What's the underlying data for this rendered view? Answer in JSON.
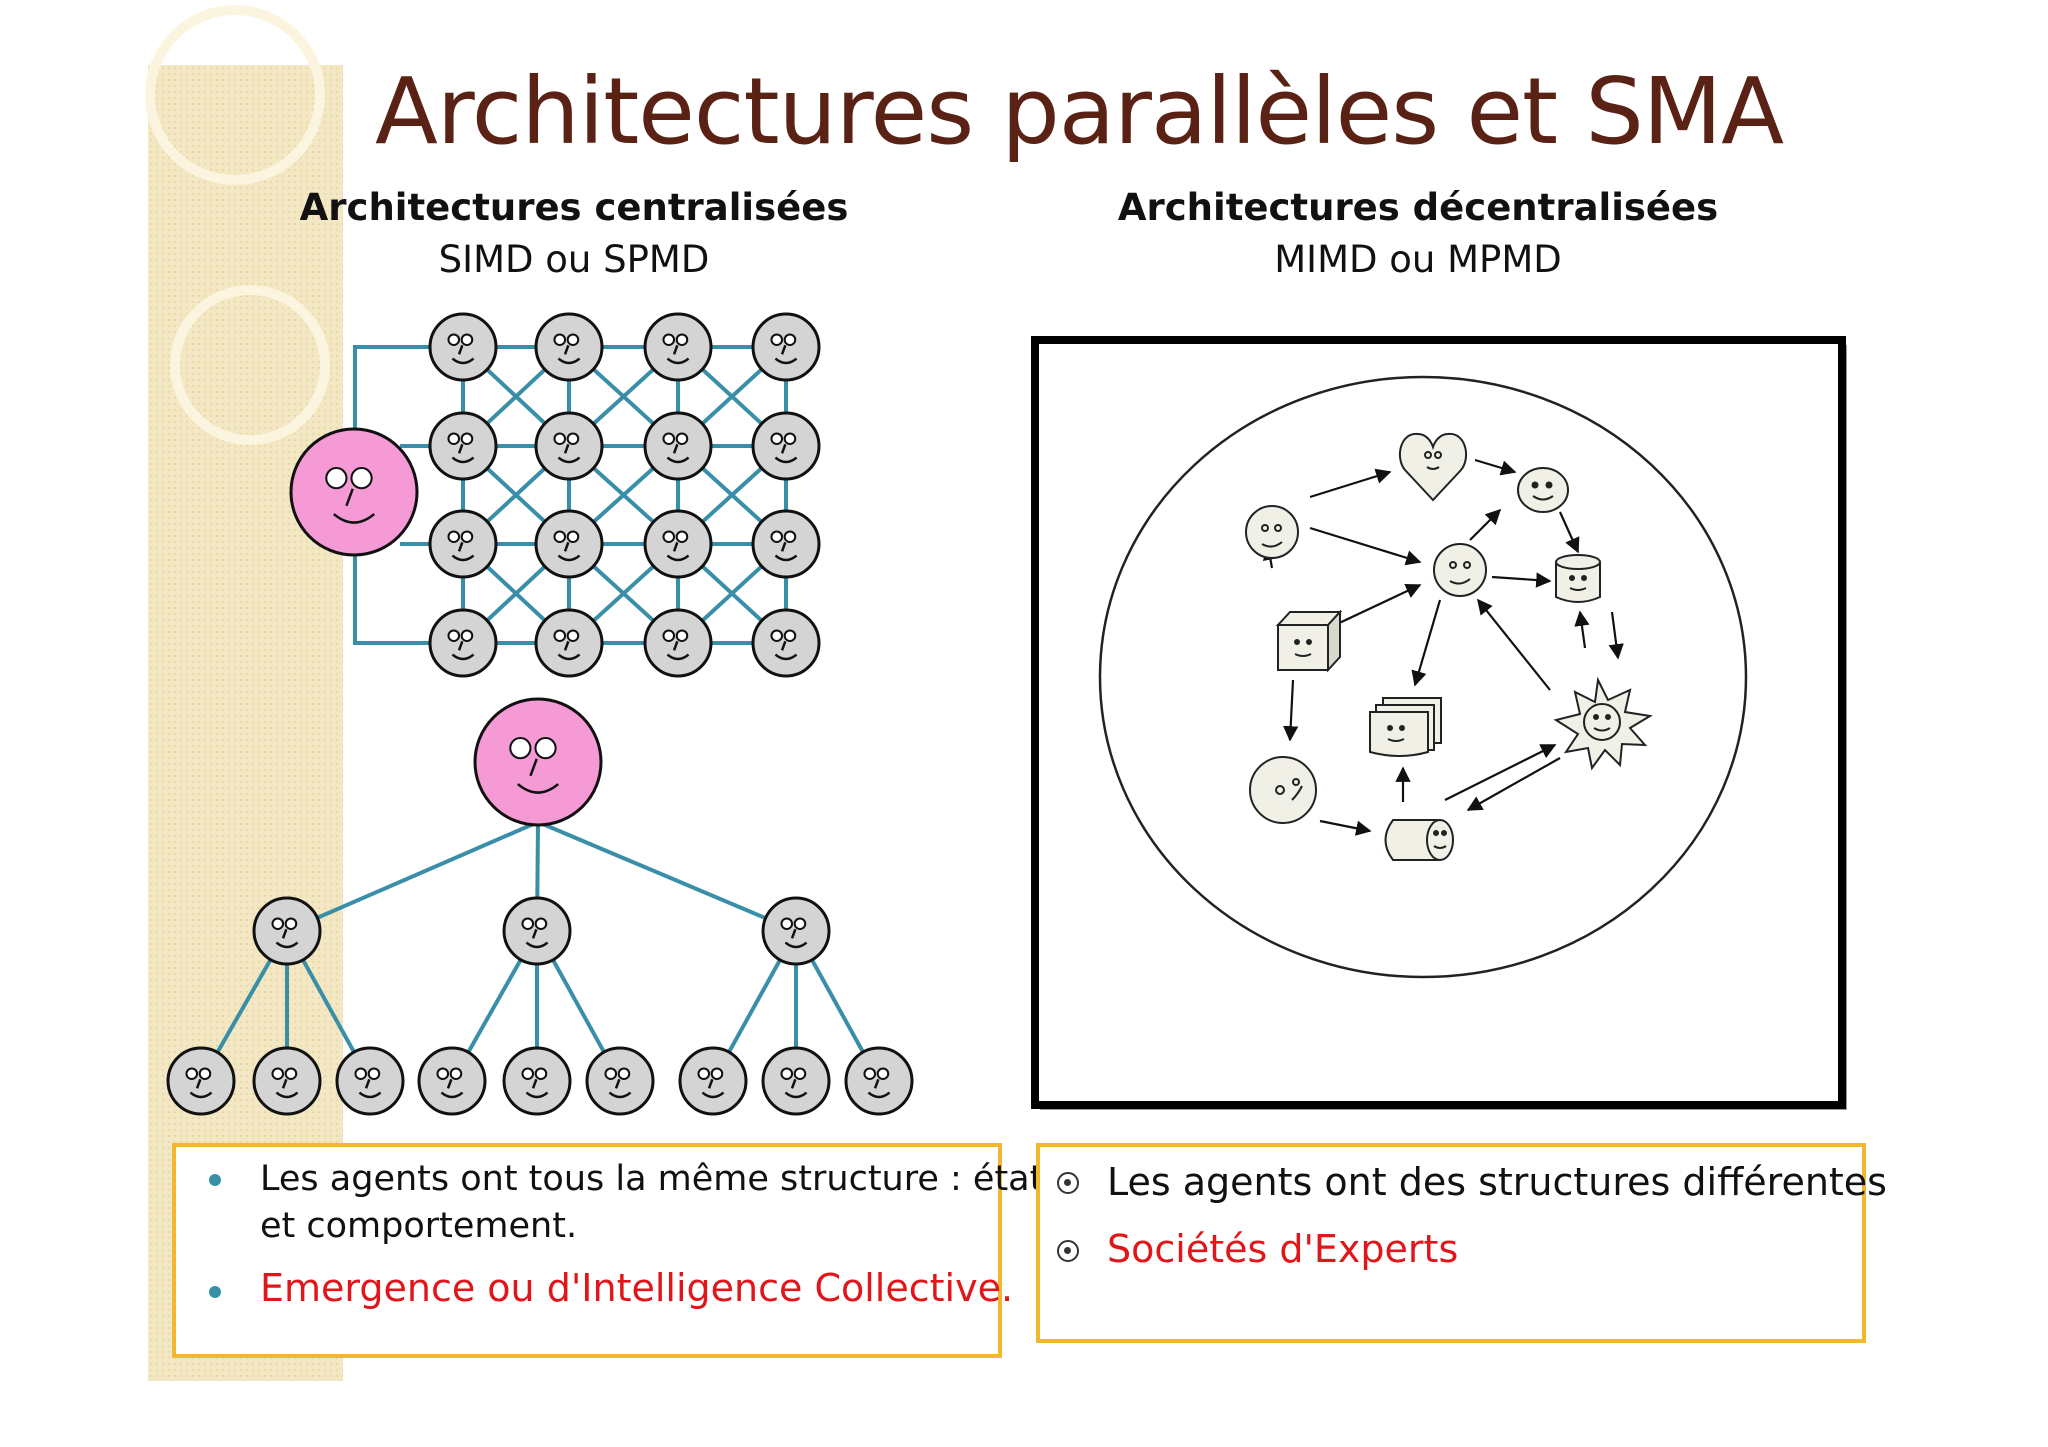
{
  "title": "Architectures parallèles et SMA",
  "left": {
    "heading": "Architectures  centralisées",
    "subheading": "SIMD ou SPMD",
    "bullets": [
      {
        "line1": "Les agents ont tous la même structure : état",
        "line2": "et comportement."
      },
      {
        "line1": "Emergence ou d'Intelligence Collective."
      }
    ]
  },
  "right": {
    "heading": "Architectures  décentralisées",
    "subheading": "MIMD ou MPMD",
    "bullets": [
      {
        "text": "Les agents ont des structures différentes"
      },
      {
        "text": "Sociétés d'Experts"
      }
    ]
  },
  "colors": {
    "title": "#5a2214",
    "accent_red": "#e0161b",
    "connector": "#3a8fa8",
    "box_border": "#f2b731",
    "master_face": "#f59ad5",
    "agent_face": "#d4d4d4"
  }
}
